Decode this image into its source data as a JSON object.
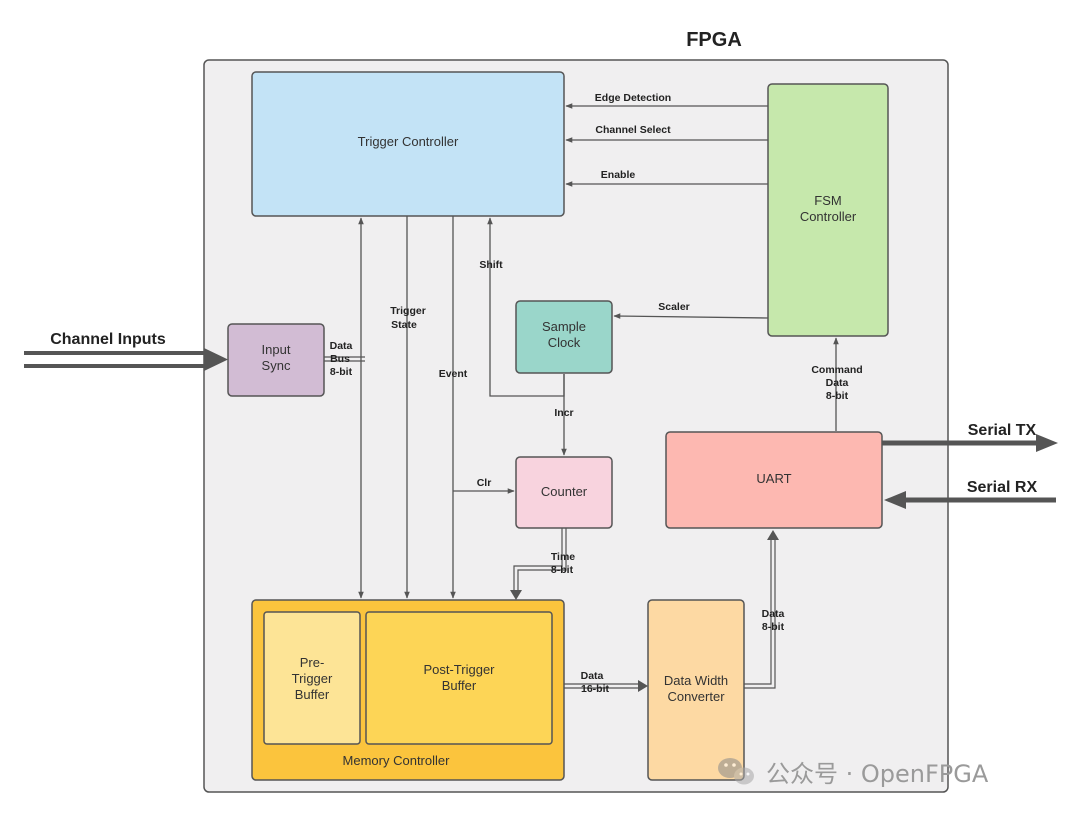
{
  "diagram": {
    "title": "FPGA",
    "blocks": {
      "trigger_controller": "Trigger Controller",
      "fsm_controller": [
        "FSM",
        "Controller"
      ],
      "input_sync": [
        "Input",
        "Sync"
      ],
      "sample_clock": [
        "Sample",
        "Clock"
      ],
      "counter": "Counter",
      "uart": "UART",
      "memory_controller": "Memory Controller",
      "pre_trigger_buffer": [
        "Pre-",
        "Trigger",
        "Buffer"
      ],
      "post_trigger_buffer": [
        "Post-Trigger",
        "Buffer"
      ],
      "data_width_converter": [
        "Data Width",
        "Converter"
      ]
    },
    "signals": {
      "edge_detection": "Edge Detection",
      "channel_select": "Channel Select",
      "enable": "Enable",
      "shift": "Shift",
      "scaler": "Scaler",
      "trigger_state": [
        "Trigger",
        "State"
      ],
      "event": "Event",
      "data_bus": [
        "Data",
        "Bus",
        "8-bit"
      ],
      "incr": "Incr",
      "clr": "Clr",
      "time": [
        "Time",
        "8-bit"
      ],
      "command_data": [
        "Command",
        "Data",
        "8-bit"
      ],
      "data_16": [
        "Data",
        "16-bit"
      ],
      "data_8": [
        "Data",
        "8-bit"
      ]
    },
    "external": {
      "channel_inputs": "Channel Inputs",
      "serial_tx": "Serial TX",
      "serial_rx": "Serial RX"
    },
    "colors": {
      "fpga_bg": "#f0eff0",
      "trigger_controller": "#c3e3f6",
      "fsm_controller": "#c6e8ac",
      "input_sync": "#d2bcd4",
      "sample_clock": "#9ad6ca",
      "counter": "#f8d3de",
      "uart": "#fdb8b1",
      "memory_controller": "#fbc43d",
      "pre_trigger_buffer": "#fde496",
      "post_trigger_buffer": "#fdd556",
      "data_width_converter": "#fdd9a3"
    }
  },
  "watermark": {
    "icon": "wechat-icon",
    "text": "公众号 · OpenFPGA"
  }
}
